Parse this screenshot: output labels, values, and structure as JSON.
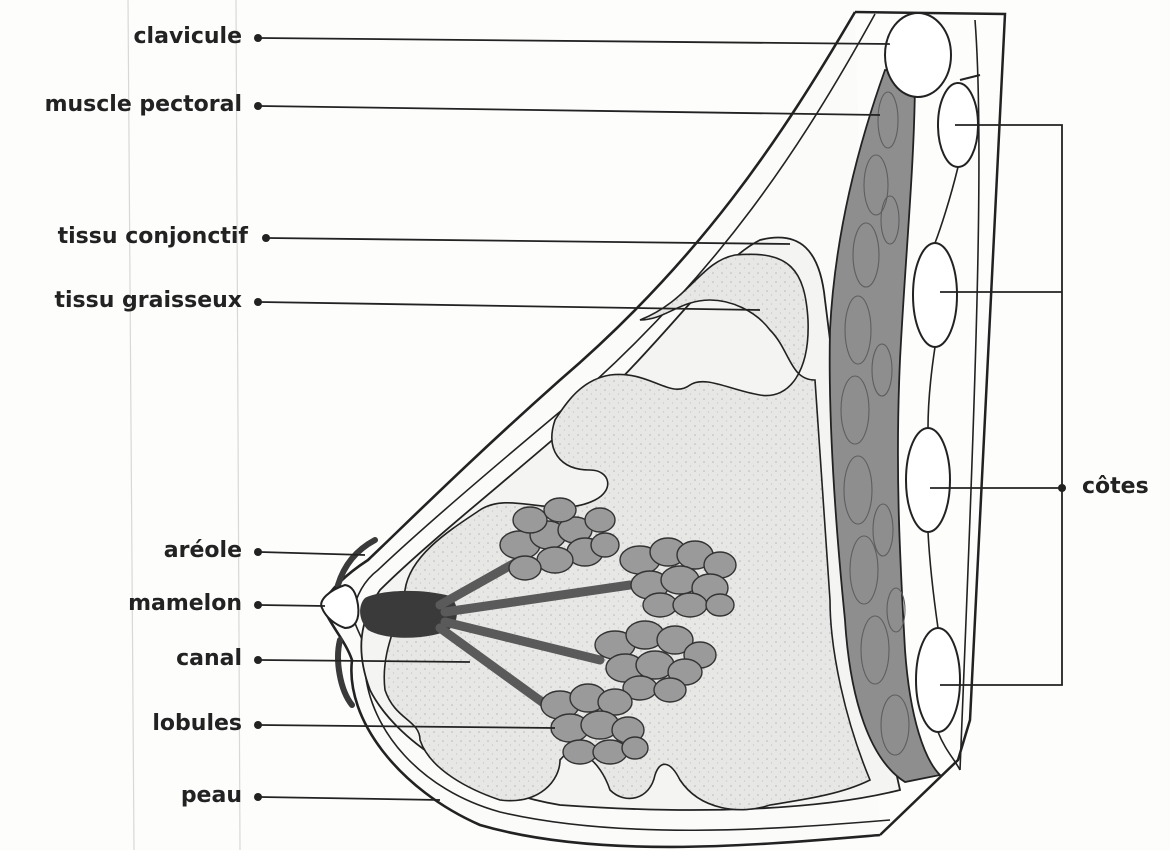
{
  "labels": {
    "clavicule": "clavicule",
    "muscle_pectoral": "muscle pectoral",
    "tissu_conjonctif": "tissu conjonctif",
    "tissu_graisseux": "tissu graisseux",
    "areole": "aréole",
    "mamelon": "mamelon",
    "canal": "canal",
    "lobules": "lobules",
    "peau": "peau",
    "cotes": "côtes"
  },
  "colors": {
    "ink": "#222222",
    "fat_fill": "#e6e6e4",
    "connective_fill": "#f4f4f2",
    "muscle_fill": "#8e8e8e",
    "lobule_fill": "#9a9a9a",
    "duct": "#5a5a5a",
    "nipple": "#3a3a3a"
  }
}
